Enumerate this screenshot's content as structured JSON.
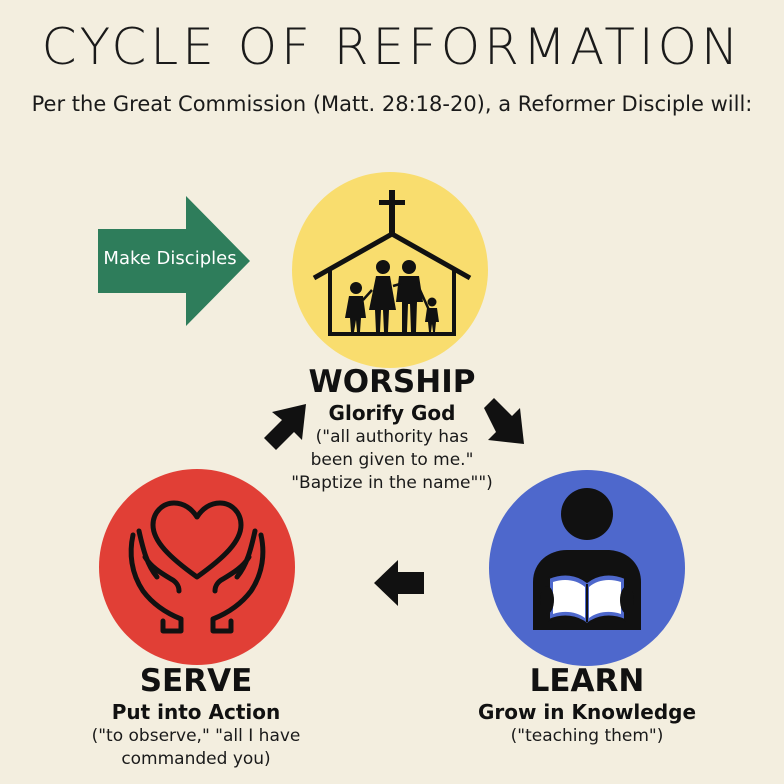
{
  "title": "CYCLE OF REFORMATION",
  "subtitle": "Per the Great Commission (Matt. 28:18-20), a Reformer Disciple will:",
  "make_disciples": "Make Disciples",
  "worship": {
    "title": "WORSHIP",
    "subtitle": "Glorify God",
    "quote_lines": [
      "(\"all authority has",
      "been given to me.\"",
      "\"Baptize in the name\"\")"
    ],
    "color": "#f9dd6e",
    "icon": "church-family-icon"
  },
  "learn": {
    "title": "LEARN",
    "subtitle": "Grow in Knowledge",
    "quote_lines": [
      "(\"teaching them\")"
    ],
    "color": "#4e68cc",
    "icon": "person-reading-icon"
  },
  "serve": {
    "title": "SERVE",
    "subtitle": "Put into Action",
    "quote_lines": [
      "(\"to observe,\" \"all I have",
      "commanded you)"
    ],
    "color": "#e13f36",
    "icon": "hands-heart-icon"
  },
  "colors": {
    "background": "#f3eedf",
    "arrow_green": "#2e7d5b",
    "arrow_black": "#111111"
  }
}
